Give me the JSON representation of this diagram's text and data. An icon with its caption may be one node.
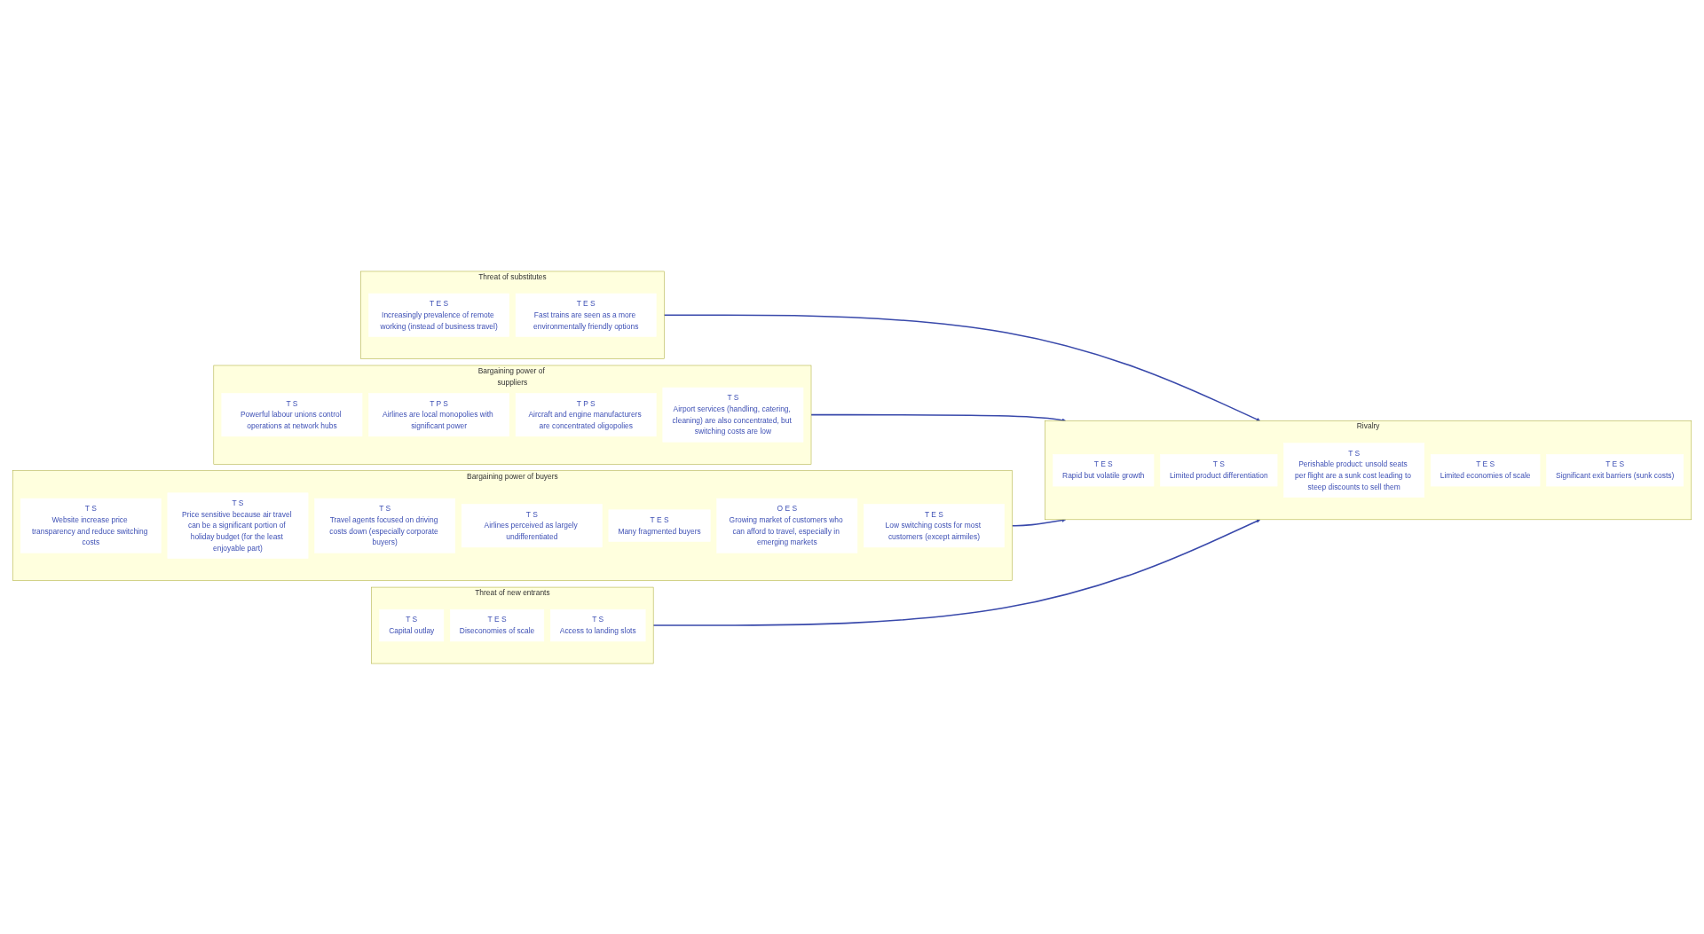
{
  "diagram": {
    "nodes": [
      {
        "text": [
          "Threat of substitutes"
        ]
      },
      {
        "text": [
          "T",
          "E",
          "S",
          "Increasingly prevalence of remote working (instead of business travel)"
        ],
        "in": 0
      },
      {
        "text": [
          "T",
          "E",
          "S",
          "Fast trains are seen as a more environmentally friendly options"
        ],
        "in": 0
      },
      {
        "text": [
          "Bargaining power of suppliers"
        ]
      },
      {
        "text": [
          "T",
          "S",
          "Powerful labour unions control operations at network hubs"
        ],
        "in": 3
      },
      {
        "text": [
          "T",
          "P",
          "S",
          "Airlines are local monopolies with significant power"
        ],
        "in": 3
      },
      {
        "text": [
          "T",
          "P",
          "S",
          "Aircraft and engine manufacturers are concentrated oligopolies"
        ],
        "in": 3
      },
      {
        "text": [
          "T",
          "S",
          "Airport services (handling, catering, cleaning) are also concentrated, but switching costs are low"
        ],
        "in": 3
      },
      {
        "text": [
          "Rivalry"
        ]
      },
      {
        "text": [
          "T",
          "E",
          "S",
          "Rapid but volatile growth"
        ],
        "in": 8
      },
      {
        "text": [
          "T",
          "S",
          "Limited product differentiation"
        ],
        "in": 8
      },
      {
        "text": [
          "T",
          "S",
          "Perishable product: unsold seats per flight are a sunk cost leading to steep discounts to sell them"
        ],
        "in": 8
      },
      {
        "text": [
          "T",
          "E",
          "S",
          "Limited economies of scale"
        ],
        "in": 8
      },
      {
        "text": [
          "T",
          "E",
          "S",
          "Significant exit barriers (sunk costs)"
        ],
        "in": 8
      },
      {
        "text": [
          "Bargaining power of buyers"
        ]
      },
      {
        "text": [
          "T",
          "S",
          "Website increase price transparency and reduce switching costs"
        ],
        "in": 14
      },
      {
        "text": [
          "T",
          "S",
          "Price sensitive because air travel can be a significant portion of holiday budget (for the least enjoyable part)"
        ],
        "in": 14
      },
      {
        "text": [
          "T",
          "S",
          "Travel agents focused on driving costs down (especially corporate buyers)"
        ],
        "in": 14
      },
      {
        "text": [
          "T",
          "S",
          "Airlines perceived as largely undifferentiated"
        ],
        "in": 14
      },
      {
        "text": [
          "T",
          "E",
          "S",
          "Many fragmented buyers"
        ],
        "in": 14
      },
      {
        "text": [
          "O",
          "E",
          "S",
          "Growing market of customers who can afford to travel, especially in emerging markets"
        ],
        "in": 14
      },
      {
        "text": [
          "T",
          "E",
          "S",
          "Low switching costs for most customers (except airmiles)"
        ],
        "in": 14
      },
      {
        "text": [
          "Threat of new entrants"
        ]
      },
      {
        "text": [
          "T",
          "S",
          "Capital outlay"
        ],
        "in": 22
      },
      {
        "text": [
          "T",
          "E",
          "S",
          "Diseconomies of scale"
        ],
        "in": 22
      },
      {
        "text": [
          "T",
          "S",
          "Access to landing slots"
        ],
        "in": 22
      }
    ],
    "edges": [
      {
        "from": 0,
        "to": 8,
        "arrow": "to"
      },
      {
        "from": 3,
        "to": 8,
        "arrow": "to"
      },
      {
        "from": 14,
        "to": 8,
        "arrow": "to"
      },
      {
        "from": 22,
        "to": 8,
        "arrow": "to"
      }
    ]
  }
}
